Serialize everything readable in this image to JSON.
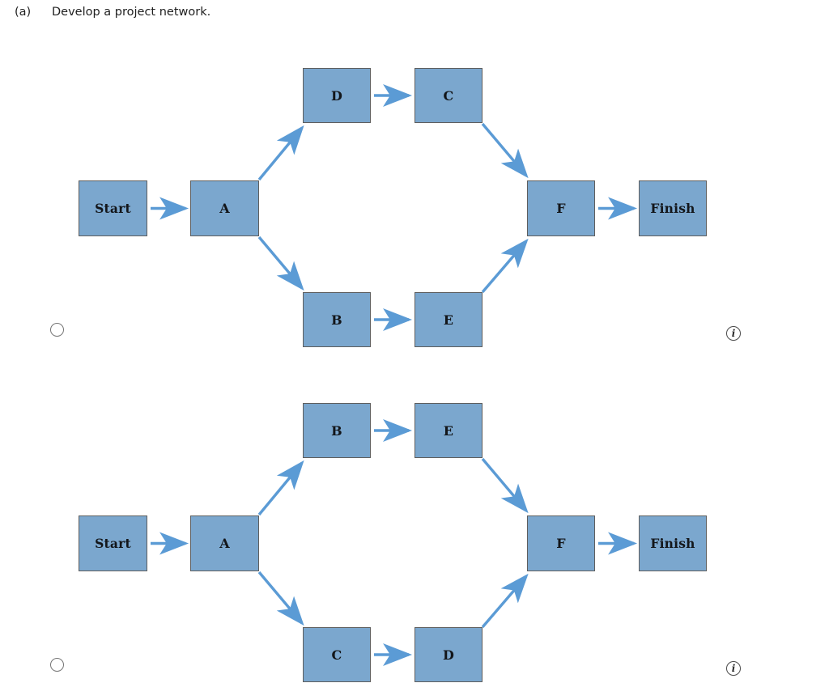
{
  "question": {
    "label": "(a)",
    "text": "Develop a project network."
  },
  "colors": {
    "node_fill": "#7BA7CE",
    "node_border": "#5e5e5e",
    "arrow": "#5B9BD5",
    "radio_border": "#757575",
    "info_border": "#4a4a4a"
  },
  "icons": {
    "info_glyph": "i"
  },
  "options": [
    {
      "id": "option-0",
      "selected": false,
      "nodes": {
        "start": "Start",
        "a": "A",
        "top1": "D",
        "top2": "C",
        "bot1": "B",
        "bot2": "E",
        "f": "F",
        "finish": "Finish"
      },
      "edges": [
        "Start->A",
        "A->D",
        "D->C",
        "C->F",
        "A->B",
        "B->E",
        "E->F",
        "F->Finish"
      ]
    },
    {
      "id": "option-1",
      "selected": false,
      "nodes": {
        "start": "Start",
        "a": "A",
        "top1": "B",
        "top2": "E",
        "bot1": "C",
        "bot2": "D",
        "f": "F",
        "finish": "Finish"
      },
      "edges": [
        "Start->A",
        "A->B",
        "B->E",
        "E->F",
        "A->C",
        "C->D",
        "D->F",
        "F->Finish"
      ]
    }
  ]
}
